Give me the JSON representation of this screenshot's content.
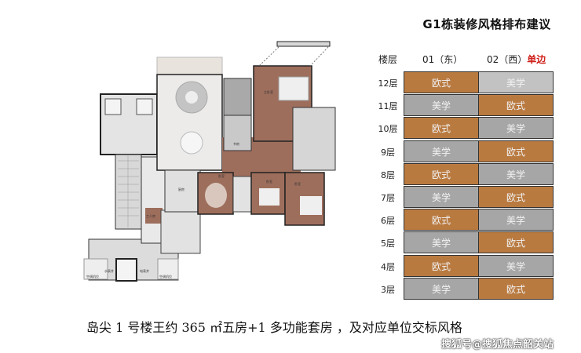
{
  "title": "G1栋装修风格排布建议",
  "table": {
    "headers": {
      "floor": "楼层",
      "col1": "01（东）",
      "col2": "02（西）",
      "col2_note": "单边"
    },
    "rows": [
      {
        "floor": "12层",
        "c1": "欧式",
        "c2": "美学"
      },
      {
        "floor": "11层",
        "c1": "美学",
        "c2": "欧式"
      },
      {
        "floor": "10层",
        "c1": "欧式",
        "c2": "美学"
      },
      {
        "floor": "9层",
        "c1": "美学",
        "c2": "欧式"
      },
      {
        "floor": "8层",
        "c1": "欧式",
        "c2": "美学"
      },
      {
        "floor": "7层",
        "c1": "美学",
        "c2": "欧式"
      },
      {
        "floor": "6层",
        "c1": "欧式",
        "c2": "美学"
      },
      {
        "floor": "5层",
        "c1": "美学",
        "c2": "欧式"
      },
      {
        "floor": "4层",
        "c1": "欧式",
        "c2": "美学"
      },
      {
        "floor": "3层",
        "c1": "美学",
        "c2": "欧式"
      }
    ],
    "colors": {
      "欧式": "#b97a40",
      "美学": "#a6a6a6",
      "highlight_gray": "#c2c2c2",
      "note_red": "#d0201a"
    }
  },
  "floorplan": {
    "rooms": {
      "master": "主卧室",
      "study": "书房",
      "kitchen": "厨房",
      "bedroom": "卧室",
      "servant": "工人房",
      "water": "水表井",
      "power": "电表井",
      "ac": "空调机位"
    }
  },
  "caption": "岛尖 1 号楼王约 365 ㎡五房+1 多功能套房 ，及对应单位交标风格",
  "watermark": "搜狐号@搜狐焦点韶关站"
}
